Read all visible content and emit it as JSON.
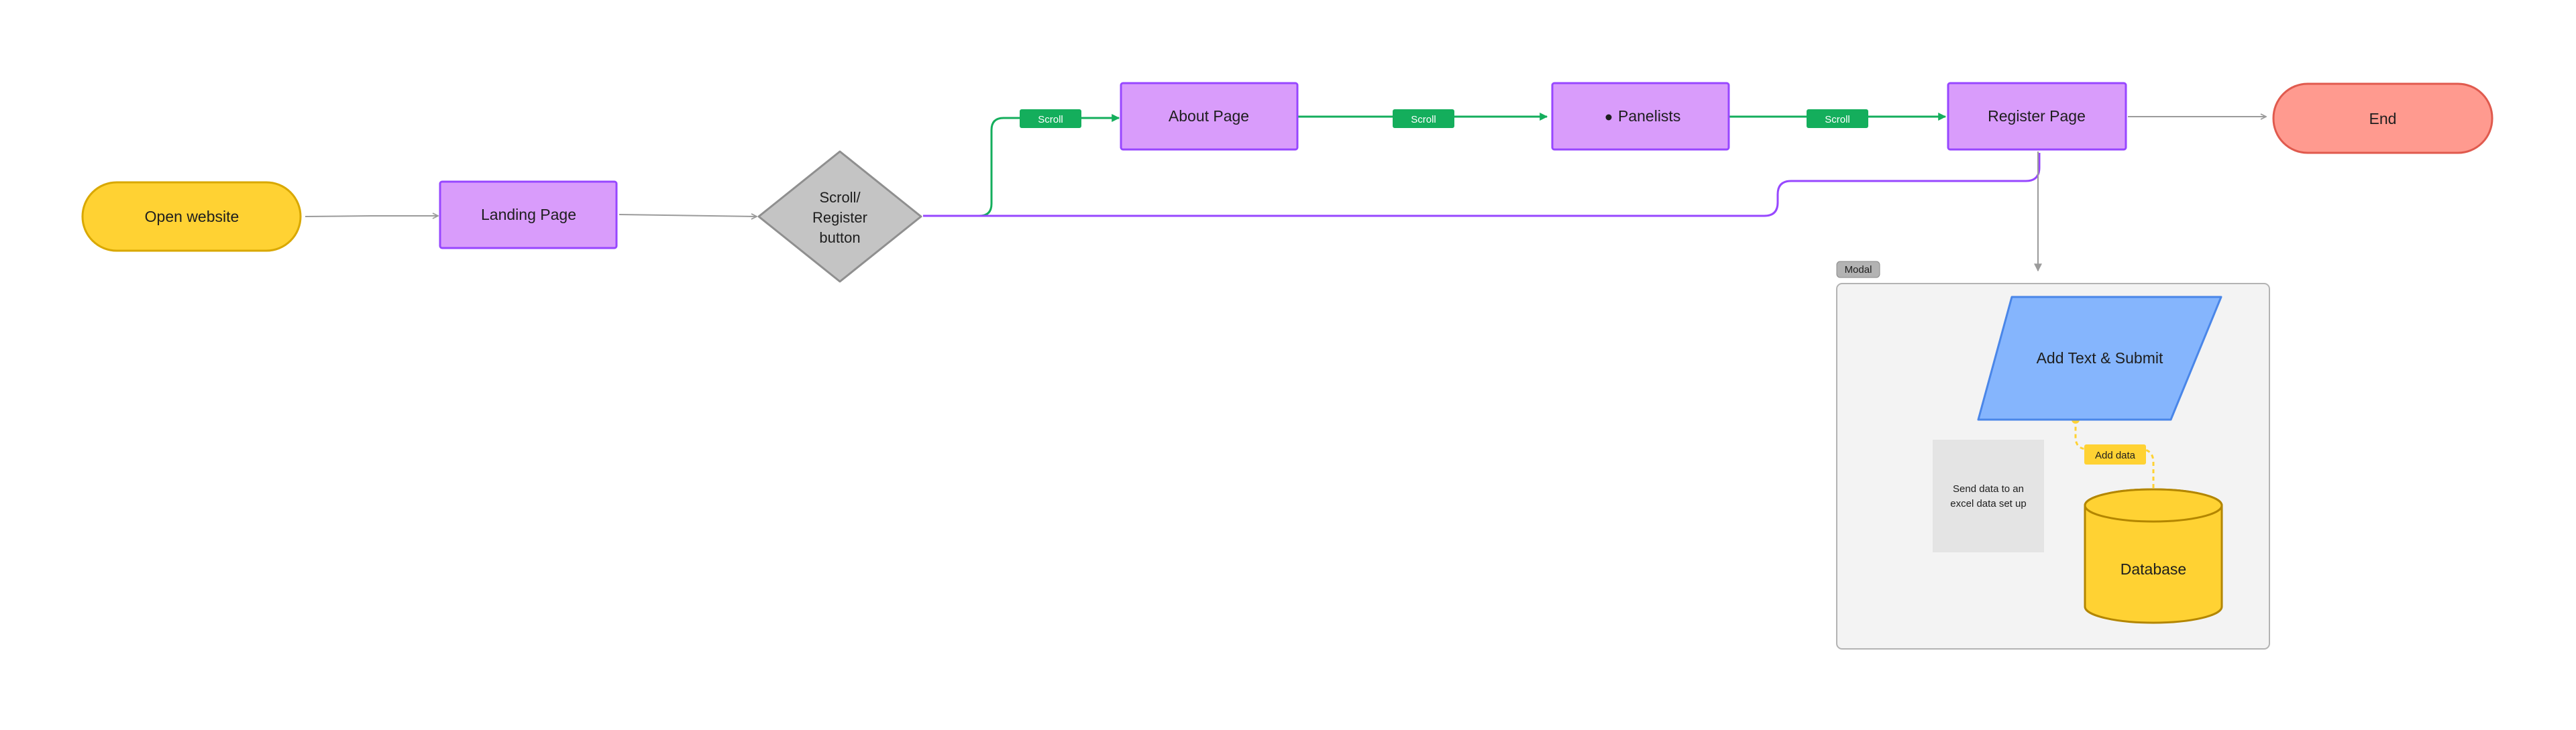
{
  "nodes": {
    "open_website": "Open website",
    "landing_page": "Landing Page",
    "decision_line1": "Scroll/",
    "decision_line2": "Register",
    "decision_line3": "button",
    "about_page": "About Page",
    "panelists": "Panelists",
    "register_page": "Register Page",
    "end": "End",
    "add_text_submit": "Add Text & Submit",
    "send_data_line1": "Send data to an",
    "send_data_line2": "excel data set up",
    "database": "Database"
  },
  "edge_labels": {
    "scroll_1": "Scroll",
    "scroll_2": "Scroll",
    "scroll_3": "Scroll",
    "add_data": "Add data"
  },
  "section": {
    "modal_label": "Modal"
  },
  "colors": {
    "terminal_yellow": "#FFD233",
    "process_purple": "#D99CFB",
    "decision_gray": "#C4C4C4",
    "end_red": "#FF9A8F",
    "input_blue": "#85B5FD",
    "scroll_green": "#14AE5C",
    "register_purple": "#9747FF",
    "connector_gray": "#9B9B9B"
  }
}
